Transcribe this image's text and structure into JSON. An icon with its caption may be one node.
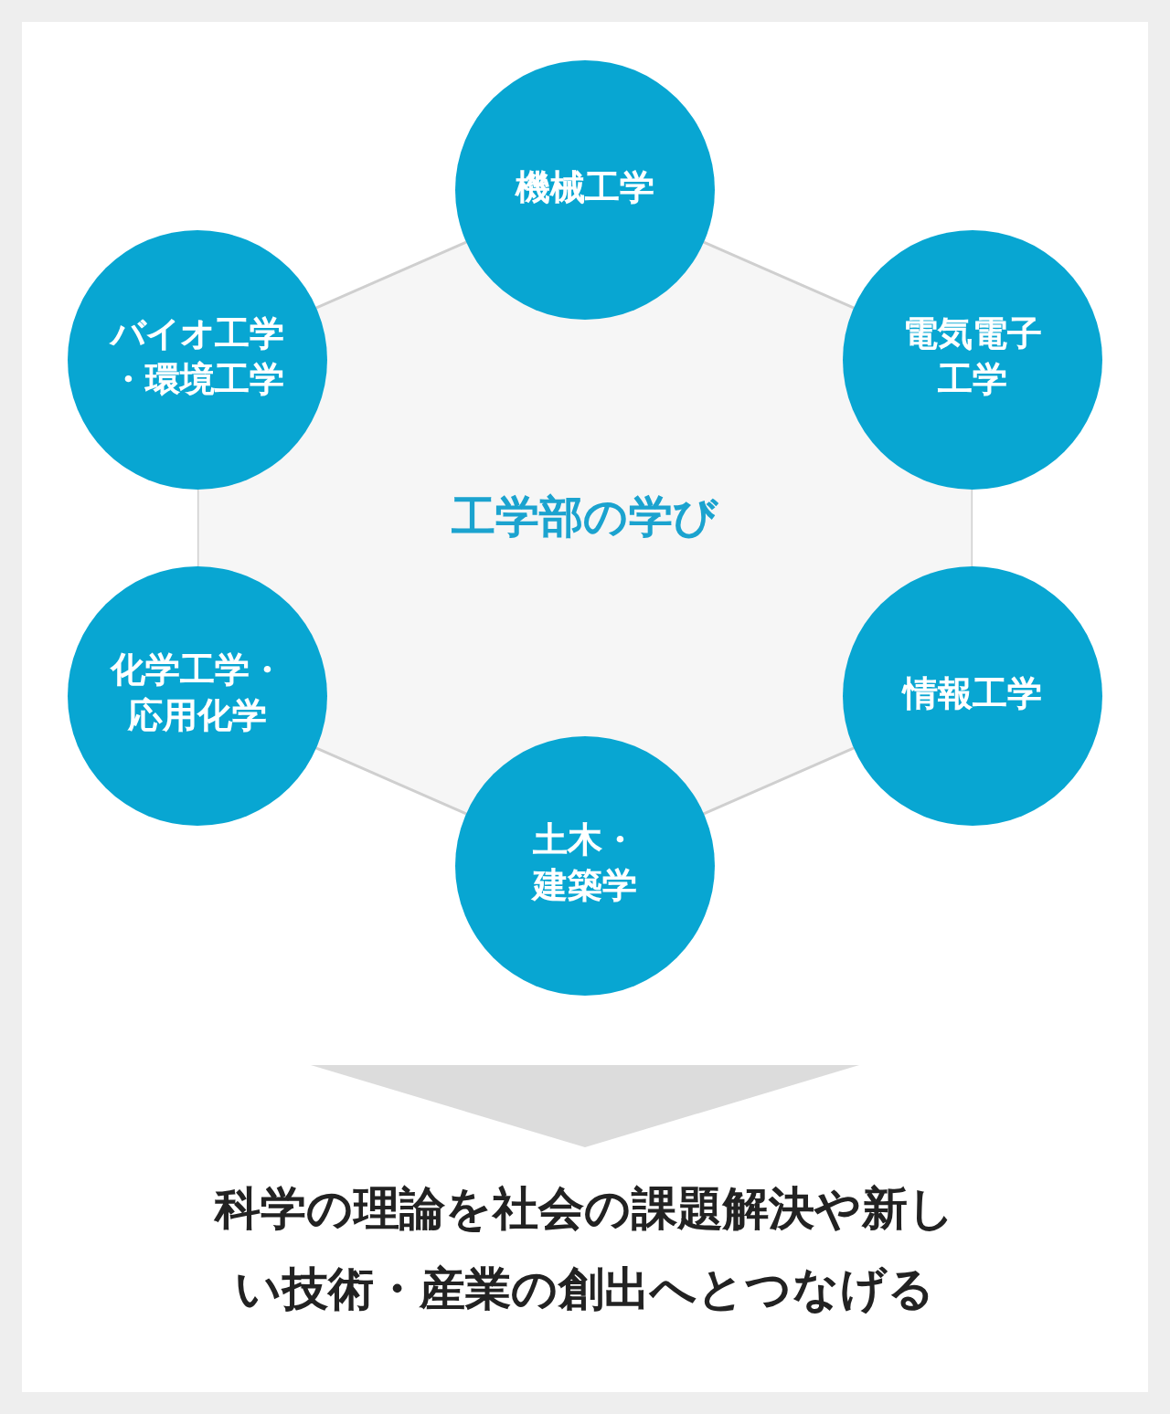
{
  "diagram": {
    "nodes": [
      {
        "text": [
          "工学部の学び"
        ]
      },
      {
        "text": [
          "機械工学"
        ]
      },
      {
        "text": [
          "電気電子工学"
        ]
      },
      {
        "text": [
          "情報工学"
        ]
      },
      {
        "text": [
          "土木・建築学"
        ]
      },
      {
        "text": [
          "化学工学・応用化学"
        ]
      },
      {
        "text": [
          "バイオ工学・環境工学"
        ]
      },
      {
        "text": [
          "科学の理論を社会の課題解決や新しい技術・産業の創出へとつなげる"
        ]
      }
    ],
    "edges": [
      {
        "from": 0,
        "to": 7,
        "arrow": "to"
      }
    ]
  }
}
